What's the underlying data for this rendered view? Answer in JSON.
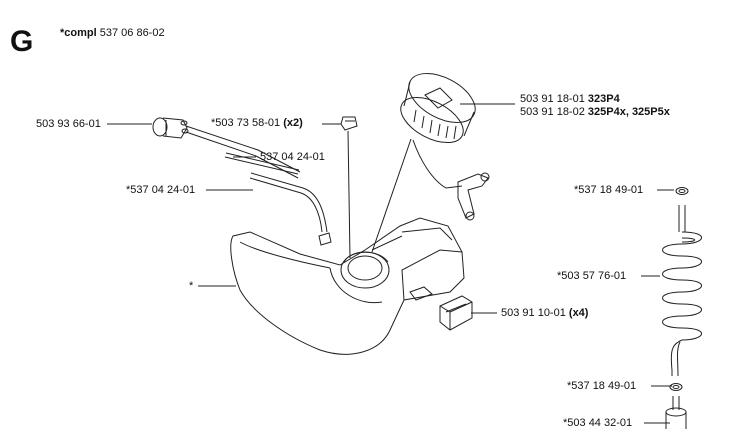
{
  "header": {
    "section_letter": "G",
    "compl_prefix": "*compl",
    "compl_number": "537 06 86-02"
  },
  "labels": {
    "primer_bulb": "503 93 66-01",
    "grommet_prefix": "*503 73 58-01",
    "grommet_qty": "(x2)",
    "hose_upper": "537 04 24-01",
    "hose_lower": "*537 04 24-01",
    "tank": "*",
    "cap_1_number": "503 91 18-01",
    "cap_1_model": "323P4",
    "cap_2_number": "503 91 18-02",
    "cap_2_model": "325P4x, 325P5x",
    "damper_number": "503 91 10-01",
    "damper_qty": "(x4)",
    "ring_top": "*537 18 49-01",
    "spiral_hose": "*503 57 76-01",
    "ring_bottom": "*537 18 49-01",
    "filter": "*503 44 32-01"
  }
}
